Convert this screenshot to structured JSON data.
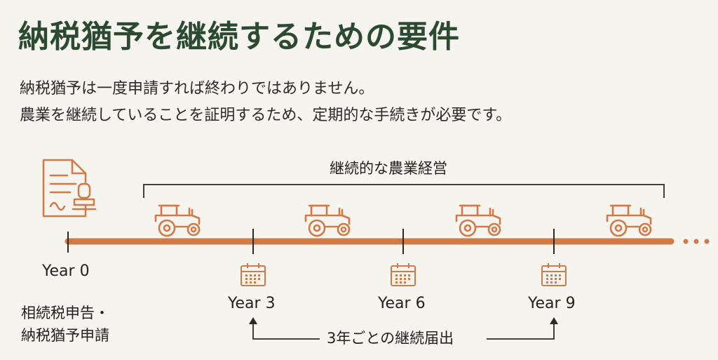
{
  "title": "納税猶予を継続するための要件",
  "subtitle": {
    "line1": "納税猶予は一度申請すれば終わりではありません。",
    "line2": "農業を継続していることを証明するため、定期的な手続きが必要です。"
  },
  "diagram": {
    "bracket_label": "継続的な農業経営",
    "milestones": [
      {
        "label": "Year 0"
      },
      {
        "label": "Year 3"
      },
      {
        "label": "Year 6"
      },
      {
        "label": "Year 9"
      }
    ],
    "start_note_line1": "相続税申告・",
    "start_note_line2": "納税猶予申請",
    "bottom_label": "3年ごとの継続届出",
    "icons": [
      "document-stamp-icon",
      "tractor-icon",
      "calendar-icon",
      "ellipsis-icon"
    ],
    "colors": {
      "accent": "#d07a48",
      "title": "#2c4a32",
      "background": "#f6f4ee"
    }
  }
}
